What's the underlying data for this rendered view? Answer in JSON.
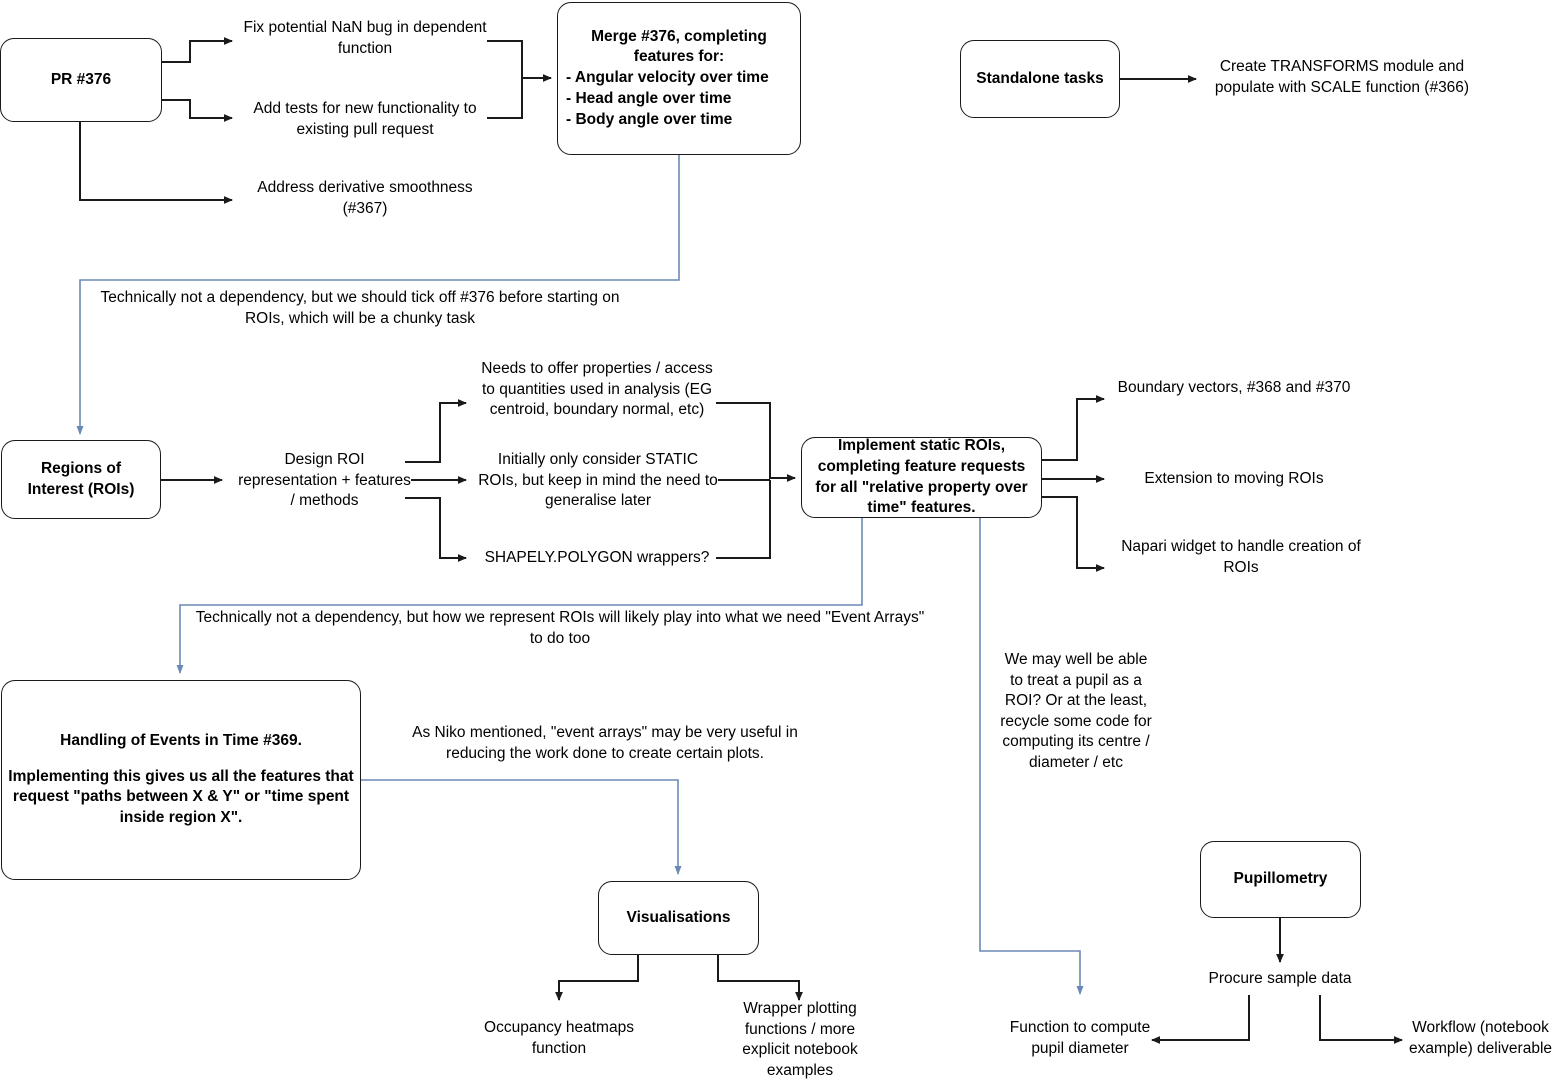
{
  "diagram": {
    "title": "Project roadmap flowchart",
    "colors": {
      "node_border": "#1a1a1a",
      "solid_connector": "#1a1a1a",
      "dependency_connector": "#6b89b5",
      "background": "#ffffff",
      "text": "#000000"
    },
    "nodes": {
      "pr376": "PR #376",
      "merge376_heading": "Merge #376, completing features for:",
      "merge376_items": [
        "- Angular velocity over time",
        "- Head angle over time",
        "- Body angle over time"
      ],
      "standalone_tasks": "Standalone tasks",
      "regions_of_interest": "Regions of Interest (ROIs)",
      "implement_static_rois": "Implement static ROIs, completing feature requests for all \"relative property over time\" features.",
      "handling_events_title": "Handling of Events in Time #369.",
      "handling_events_body": "Implementing this gives us all the features that request \"paths between X & Y\" or \"time spent inside region X\".",
      "visualisations": "Visualisations",
      "pupillometry": "Pupillometry"
    },
    "labels": {
      "fix_nan_bug": "Fix potential NaN bug in dependent function",
      "add_tests": "Add tests for new functionality to existing pull request",
      "address_derivative": "Address derivative smoothness (#367)",
      "create_transforms": "Create TRANSFORMS module and populate with SCALE function (#366)",
      "design_roi": "Design ROI representation + features / methods",
      "needs_properties": "Needs to offer properties / access to quantities used in analysis (EG centroid, boundary normal, etc)",
      "static_rois_first": "Initially only consider STATIC ROIs, but keep in mind the need to generalise later",
      "shapely_wrappers": "SHAPELY.POLYGON wrappers?",
      "boundary_vectors": "Boundary vectors, #368 and #370",
      "moving_rois": "Extension to moving ROIs",
      "napari_widget": "Napari widget to handle creation of ROIs",
      "occupancy_heatmaps": "Occupancy heatmaps function",
      "wrapper_plotting": "Wrapper plotting functions / more explicit notebook examples",
      "procure_sample_data": "Procure sample data",
      "compute_pupil_diameter": "Function to compute pupil diameter",
      "workflow_deliverable": "Workflow (notebook example) deliverable"
    },
    "notes": {
      "note_376_before_rois": "Technically not a dependency, but we should tick off #376 before starting on ROIs, which will be a chunky task",
      "note_rois_event_arrays": "Technically not a dependency, but how we represent ROIs will likely play into what we need \"Event Arrays\" to do too",
      "note_event_arrays_plots": "As Niko mentioned, \"event arrays\" may be very useful in reducing the work done to create certain plots.",
      "note_pupil_as_roi": "We may well be able to treat a pupil as a ROI? Or at the least, recycle some code for computing its centre / diameter  / etc"
    }
  }
}
